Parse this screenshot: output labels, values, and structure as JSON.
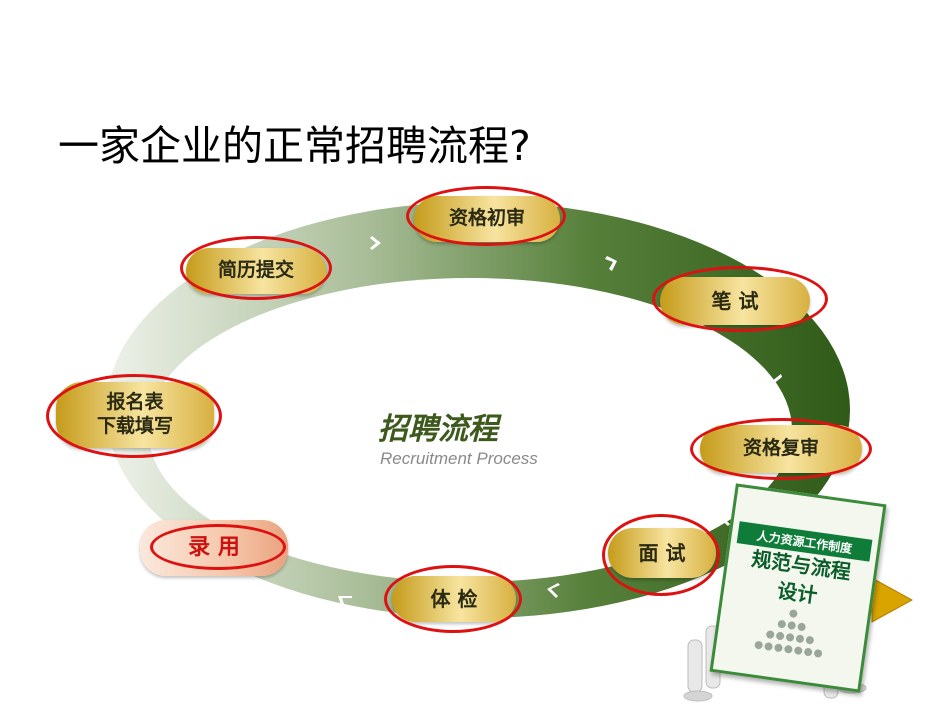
{
  "title": "一家企业的正常招聘流程?",
  "center": {
    "title": "招聘流程",
    "subtitle": "Recruitment Process"
  },
  "steps": [
    {
      "label": "资格初审"
    },
    {
      "label": "笔 试"
    },
    {
      "label": "资格复审"
    },
    {
      "label": "面 试"
    },
    {
      "label": "体 检"
    },
    {
      "label": "录 用"
    },
    {
      "label_line1": "报名表",
      "label_line2": "下载填写"
    },
    {
      "label": "简历提交"
    }
  ],
  "book": {
    "series": "人力资源工作制度",
    "title_line1": "规范与流程",
    "title_line2": "设计"
  },
  "colors": {
    "ring_dark": "#3f6a22",
    "ring_light": "#d8e2cf",
    "highlight": "#dd1111",
    "pill": "#e9cc6a",
    "accent_red": "#cc1111"
  }
}
